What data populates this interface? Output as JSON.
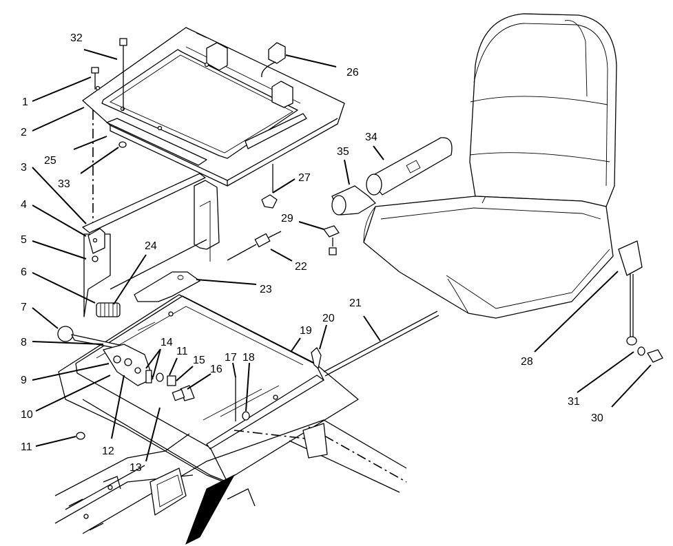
{
  "callouts": [
    {
      "id": "c1",
      "label": "1"
    },
    {
      "id": "c2",
      "label": "2"
    },
    {
      "id": "c3",
      "label": "3"
    },
    {
      "id": "c4",
      "label": "4"
    },
    {
      "id": "c5",
      "label": "5"
    },
    {
      "id": "c6",
      "label": "6"
    },
    {
      "id": "c7",
      "label": "7"
    },
    {
      "id": "c8",
      "label": "8"
    },
    {
      "id": "c9",
      "label": "9"
    },
    {
      "id": "c10",
      "label": "10"
    },
    {
      "id": "c11a",
      "label": "11"
    },
    {
      "id": "c11b",
      "label": "11"
    },
    {
      "id": "c12",
      "label": "12"
    },
    {
      "id": "c13",
      "label": "13"
    },
    {
      "id": "c14",
      "label": "14"
    },
    {
      "id": "c15",
      "label": "15"
    },
    {
      "id": "c16",
      "label": "16"
    },
    {
      "id": "c17",
      "label": "17"
    },
    {
      "id": "c18",
      "label": "18"
    },
    {
      "id": "c19",
      "label": "19"
    },
    {
      "id": "c20",
      "label": "20"
    },
    {
      "id": "c21",
      "label": "21"
    },
    {
      "id": "c22",
      "label": "22"
    },
    {
      "id": "c23",
      "label": "23"
    },
    {
      "id": "c24",
      "label": "24"
    },
    {
      "id": "c25",
      "label": "25"
    },
    {
      "id": "c26",
      "label": "26"
    },
    {
      "id": "c27",
      "label": "27"
    },
    {
      "id": "c28",
      "label": "28"
    },
    {
      "id": "c29",
      "label": "29"
    },
    {
      "id": "c30",
      "label": "30"
    },
    {
      "id": "c31",
      "label": "31"
    },
    {
      "id": "c32",
      "label": "32"
    },
    {
      "id": "c33",
      "label": "33"
    },
    {
      "id": "c34",
      "label": "34"
    },
    {
      "id": "c35",
      "label": "35"
    }
  ],
  "colors": {
    "ink": "#000000",
    "paper": "#ffffff"
  }
}
